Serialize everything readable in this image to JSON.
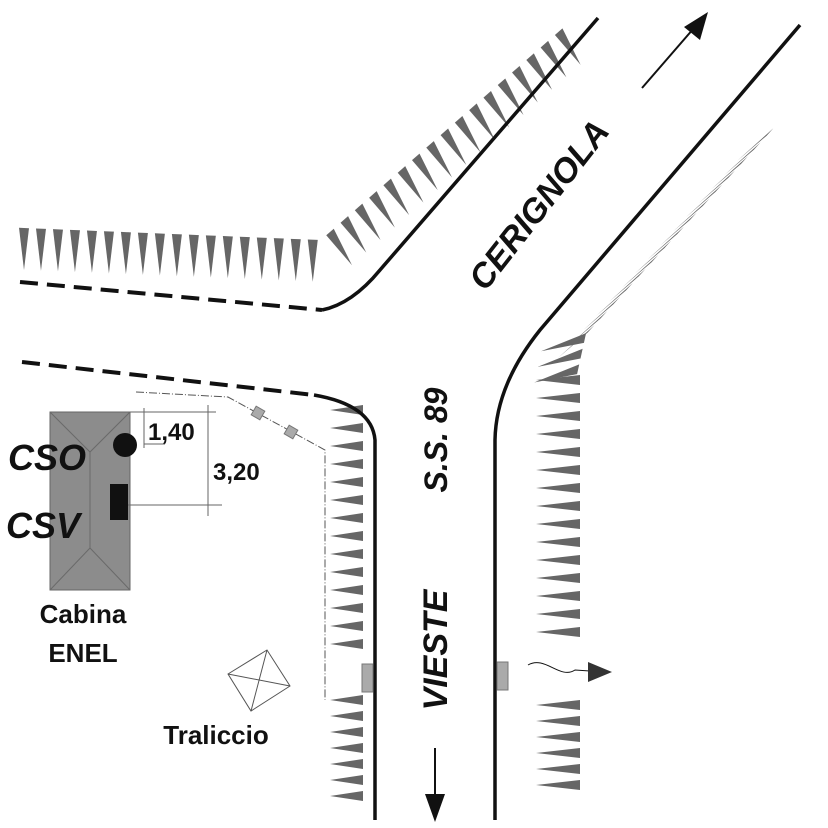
{
  "labels": {
    "cerignola": "CERIGNOLA",
    "road": "S.S. 89",
    "vieste": "VIESTE",
    "cso": "CSO",
    "csv": "CSV",
    "dim_1": "1,40",
    "dim_2": "3,20",
    "cabina_line1": "Cabina",
    "cabina_line2": "ENEL",
    "traliccio": "Traliccio"
  },
  "colors": {
    "hedge": "#666666",
    "road_line": "#111111",
    "cabin": "#8c8c8c",
    "post": "#aaaaaa"
  }
}
